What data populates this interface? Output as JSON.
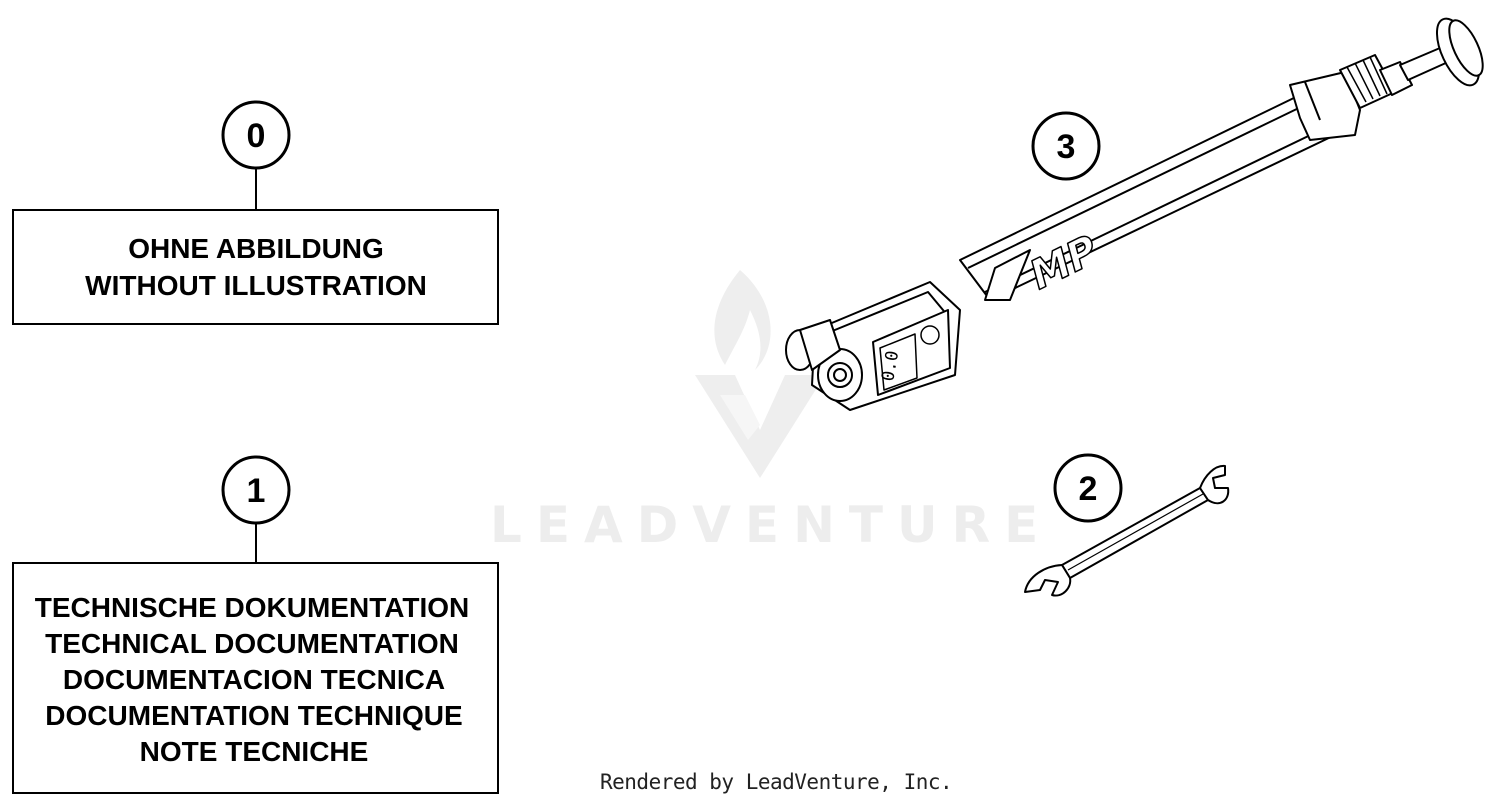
{
  "callouts": [
    {
      "label": "0"
    },
    {
      "label": "1"
    },
    {
      "label": "2"
    },
    {
      "label": "3"
    }
  ],
  "boxes": {
    "without_illustration": [
      "OHNE ABBILDUNG",
      "WITHOUT ILLUSTRATION"
    ],
    "technical_documentation": [
      "TECHNISCHE DOKUMENTATION",
      "TECHNICAL DOCUMENTATION",
      "DOCUMENTACION TECNICA",
      "DOCUMENTATION TECHNIQUE",
      "NOTE TECNICHE"
    ]
  },
  "parts": {
    "pump_brand": "MP",
    "pump_display": "0.0"
  },
  "watermark": "LEADVENTURE",
  "footer": "Rendered by LeadVenture, Inc."
}
